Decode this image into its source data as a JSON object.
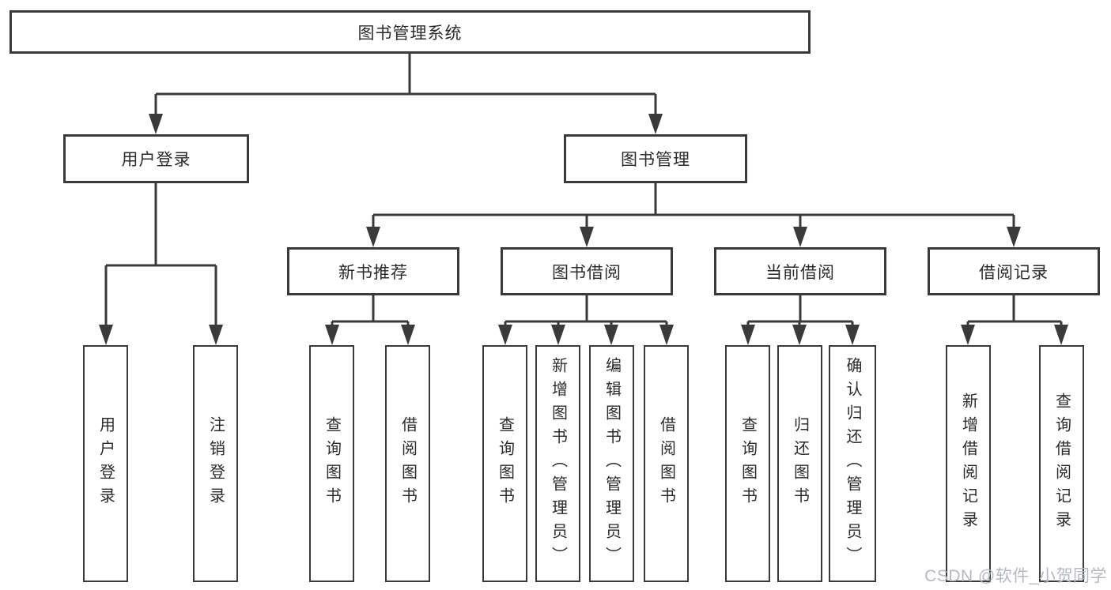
{
  "diagram": {
    "root": {
      "label": "图书管理系统"
    },
    "branches": [
      {
        "label": "用户登录",
        "children": [
          {
            "label": "用户登录"
          },
          {
            "label": "注销登录"
          }
        ]
      },
      {
        "label": "图书管理",
        "children": [
          {
            "label": "新书推荐",
            "children": [
              {
                "label": "查询图书"
              },
              {
                "label": "借阅图书"
              }
            ]
          },
          {
            "label": "图书借阅",
            "children": [
              {
                "label": "查询图书"
              },
              {
                "label": "新增图书（管理员）"
              },
              {
                "label": "编辑图书（管理员）"
              },
              {
                "label": "借阅图书"
              }
            ]
          },
          {
            "label": "当前借阅",
            "children": [
              {
                "label": "查询图书"
              },
              {
                "label": "归还图书"
              },
              {
                "label": "确认归还（管理员）"
              }
            ]
          },
          {
            "label": "借阅记录",
            "children": [
              {
                "label": "新增借阅记录"
              },
              {
                "label": "查询借阅记录"
              }
            ]
          }
        ]
      }
    ]
  },
  "watermark": {
    "text": "CSDN @软件_小贺同学"
  },
  "colors": {
    "line": "#3a3a3a",
    "text": "#2b2b2b",
    "watermark": "#b5b9bf",
    "background": "#ffffff"
  }
}
